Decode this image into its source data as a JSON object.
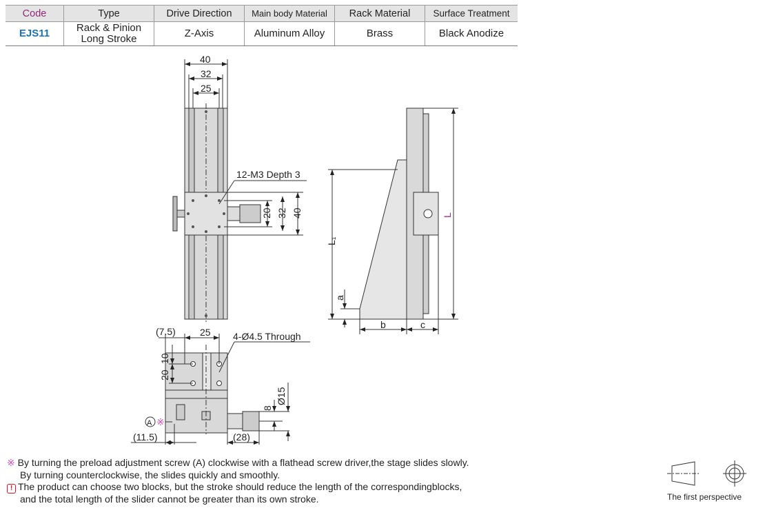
{
  "table": {
    "headers": [
      "Code",
      "Type",
      "Drive Direction",
      "Main body Material",
      "Rack Material",
      "Surface Treatment"
    ],
    "row": {
      "code": "EJS11",
      "type_line1": "Rack & Pinion",
      "type_line2": "Long Stroke",
      "drive": "Z-Axis",
      "body": "Aluminum Alloy",
      "rack": "Brass",
      "surface": "Black Anodize"
    }
  },
  "front_view": {
    "dim_40": "40",
    "dim_32": "32",
    "dim_25": "25",
    "tap_label": "12-M3 Depth 3",
    "dim_v20": "20",
    "dim_v32": "32",
    "dim_v40": "40"
  },
  "side_view": {
    "L": "L",
    "L1": "L₁",
    "a": "a",
    "b": "b",
    "c": "c"
  },
  "bottom_view": {
    "dim_7_5": "(7.5)",
    "dim_25": "25",
    "hole_label": "4-Ø4.5 Through",
    "dim_10": "10",
    "dim_20": "20",
    "dim_d15": "Ø15",
    "dim_8": "8",
    "dim_11_5": "(11.5)",
    "dim_28": "(28)",
    "screw_a": "A",
    "screw_mark": "※"
  },
  "notes": {
    "mark": "※",
    "line1": "By turning the preload adjustment screw (A) clockwise with a flathead screw driver,the stage slides slowly.",
    "line2": "By turning counterclockwise, the slides quickly and smoothly.",
    "warn_icon": "!",
    "line3": "The product can choose two blocks, but the stroke should reduce the length of the correspondingblocks,",
    "line4": "and the total length of the slider cannot be greater than its own stroke."
  },
  "perspective_label": "The first perspective"
}
